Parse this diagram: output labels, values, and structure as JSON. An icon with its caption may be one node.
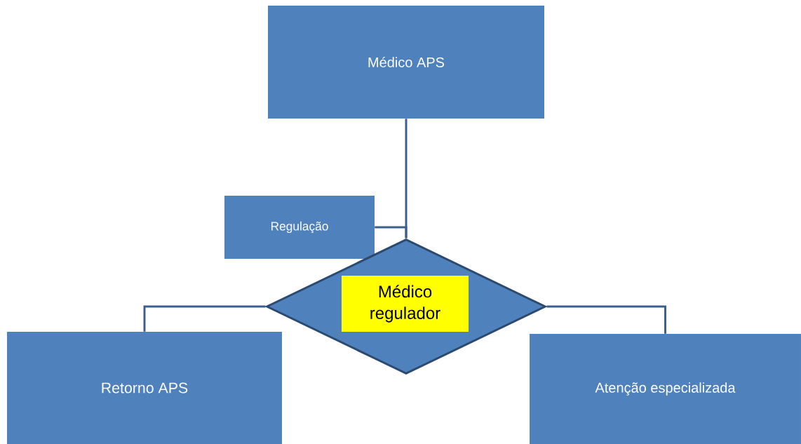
{
  "diagram": {
    "nodes": [
      {
        "text": [
          "Médico APS"
        ]
      },
      {
        "text": [
          "Regulação"
        ]
      },
      {
        "text": [],
        "shape": "diamond"
      },
      {
        "text": [
          "Médico regulador"
        ],
        "in": 2
      },
      {
        "text": [
          "Retorno APS"
        ]
      },
      {
        "text": [
          "Atenção especializada"
        ]
      }
    ],
    "edges": [
      {
        "from": 0,
        "to": 2,
        "arrow": "none"
      },
      {
        "from": 1,
        "to": 2,
        "arrow": "none"
      },
      {
        "from": 2,
        "to": 4,
        "arrow": "none"
      },
      {
        "from": 2,
        "to": 5,
        "arrow": "none"
      }
    ]
  }
}
